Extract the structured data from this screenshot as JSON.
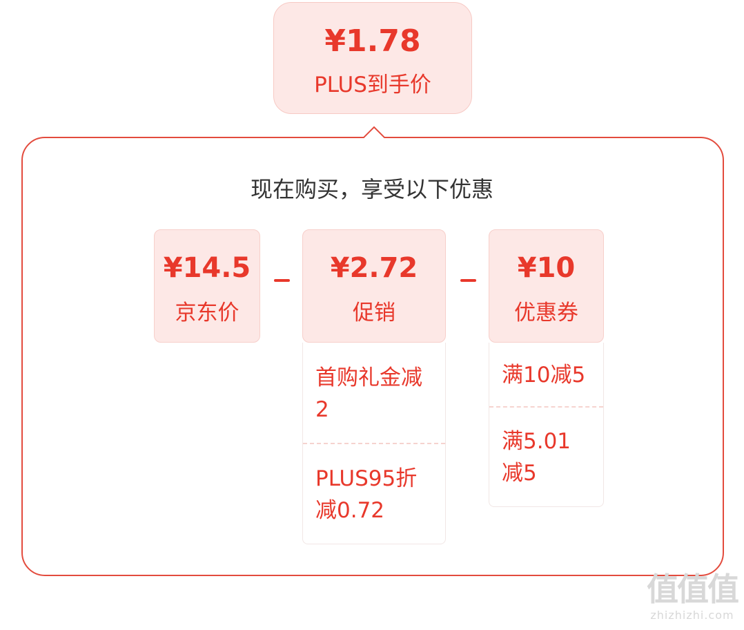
{
  "final": {
    "price": "¥1.78",
    "label": "PLUS到手价"
  },
  "headline": "现在购买，享受以下优惠",
  "cards": [
    {
      "price": "¥14.5",
      "label": "京东价"
    },
    {
      "price": "¥2.72",
      "label": "促销"
    },
    {
      "price": "¥10",
      "label": "优惠券"
    }
  ],
  "promotions": [
    "首购礼金减2",
    "PLUS95折减0.72"
  ],
  "coupons": [
    "满10减5",
    "满5.01减5"
  ],
  "watermark": {
    "glyphs": "值值值",
    "url": "zhizhizhi.com"
  },
  "colors": {
    "accent": "#e8382b",
    "card_bg": "#fde8e6",
    "border": "#e34b3d"
  }
}
